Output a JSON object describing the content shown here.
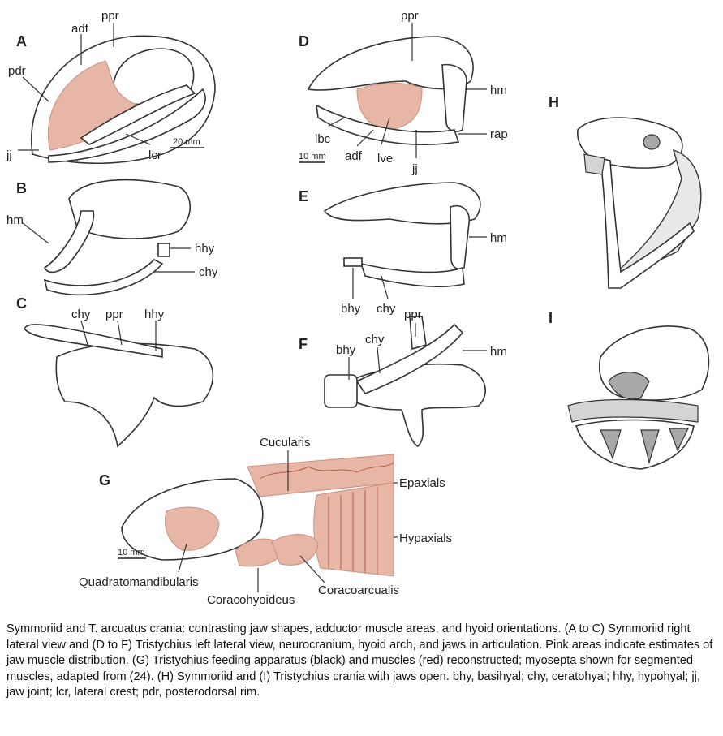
{
  "panels": {
    "A": "A",
    "B": "B",
    "C": "C",
    "D": "D",
    "E": "E",
    "F": "F",
    "G": "G",
    "H": "H",
    "I": "I"
  },
  "labels": {
    "a_adf": "adf",
    "a_ppr": "ppr",
    "a_pdr": "pdr",
    "a_jj": "jj",
    "a_lcr": "lcr",
    "a_scale": "20 mm",
    "b_hm": "hm",
    "b_hhy": "hhy",
    "b_chy": "chy",
    "c_chy": "chy",
    "c_ppr": "ppr",
    "c_hhy": "hhy",
    "d_ppr": "ppr",
    "d_hm": "hm",
    "d_rap": "rap",
    "d_lbc": "lbc",
    "d_adf": "adf",
    "d_lve": "lve",
    "d_jj": "jj",
    "d_scale": "10 mm",
    "e_hm": "hm",
    "e_bhy": "bhy",
    "e_chy": "chy",
    "f_bhy": "bhy",
    "f_chy": "chy",
    "f_ppr": "ppr",
    "f_hm": "hm",
    "g_cucularis": "Cucularis",
    "g_epaxials": "Epaxials",
    "g_hypaxials": "Hypaxials",
    "g_quadratomandibularis": "Quadratomandibularis",
    "g_coracohyoideus": "Coracohyoideus",
    "g_coracoarcualis": "Coracoarcualis",
    "g_scale": "10 mm"
  },
  "caption": "Symmoriid and T. arcuatus crania: contrasting jaw shapes, adductor muscle areas, and hyoid orientations. (A to C) Symmoriid right lateral view and (D to F) Tristychius left lateral view, neurocranium, hyoid arch, and jaws in articulation. Pink areas indicate estimates of jaw muscle distribution. (G) Tristychius feeding apparatus (black) and muscles (red) reconstructed; myosepta shown for segmented muscles, adapted from (24). (H) Symmoriid and (I) Tristychius crania with jaws open. bhy, basihyal; chy, ceratohyal; hhy, hypohyal; jj, jaw joint; lcr, lateral crest; pdr, posterodorsal rim.",
  "colors": {
    "muscle": "#e8b6a6",
    "outline": "#333333",
    "shade": "#a8a8a8"
  }
}
